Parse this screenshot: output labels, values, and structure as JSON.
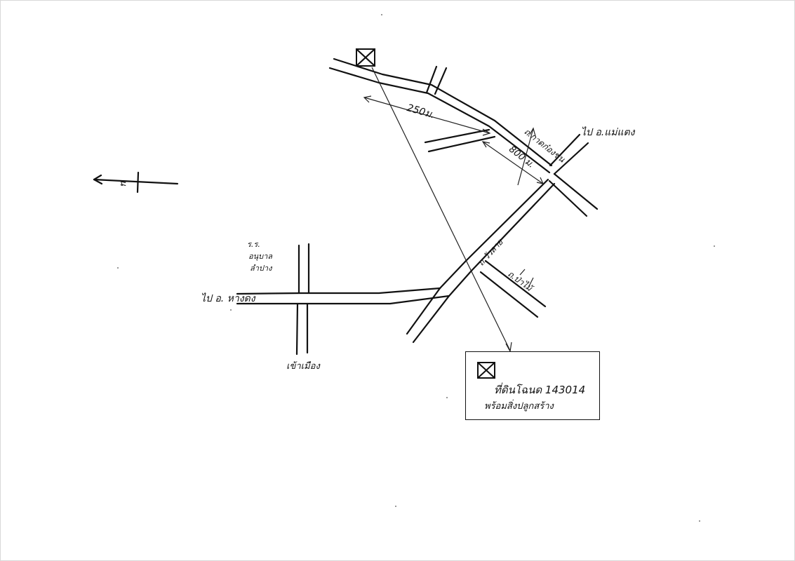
{
  "labels": {
    "to_mae_taeng": "ไป อ.แม่แตง",
    "to_hang_dong": "ไป อ. หางดง",
    "road_kanklongchon": "ถ.กาดก๋องชน",
    "road_wua_lai": "ถ.วัวลาย",
    "road_hang_dong": "ถ.ป่าไม้",
    "school": "ร.ร. อนุบาล ลำปาง",
    "to_city": "เข้าเมือง",
    "dist_250": "250ม.",
    "dist_800": "800 ม.",
    "north": "น"
  },
  "legend": {
    "line1": "ที่ดินโฉนด 143014",
    "line2": "พร้อมสิ่งปลูกสร้าง"
  },
  "colors": {
    "ink": "#111111",
    "paper": "#ffffff"
  },
  "icons": {
    "site_marker": "boxed-x-icon",
    "north_arrow": "north-arrow-icon"
  }
}
